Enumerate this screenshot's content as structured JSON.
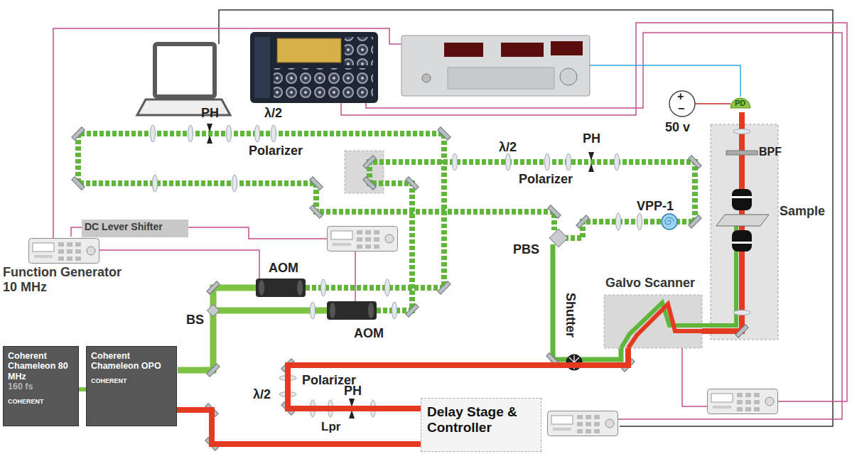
{
  "diagram": {
    "nodes": [
      {
        "text": [
          "Coherent Chameleon 80 MHz",
          "160 fs",
          "COHERENT"
        ]
      },
      {
        "text": [
          "Coherent Chameleon OPO",
          "COHERENT"
        ]
      },
      {
        "text": [
          "Delay Stage & Controller"
        ]
      },
      {
        "text": [
          "Function Generator 10 MHz"
        ]
      },
      {
        "text": [
          "DC Lever Shifter"
        ]
      },
      {
        "text": [
          "Galvo Scanner"
        ]
      },
      {
        "text": [
          "Sample"
        ]
      }
    ],
    "edges": [
      {
        "from": 0,
        "to": 1,
        "arrow": "none"
      },
      {
        "from": 1,
        "to": 2,
        "arrow": "none"
      },
      {
        "from": 2,
        "to": 5,
        "arrow": "none"
      },
      {
        "from": 5,
        "to": 6,
        "arrow": "none"
      },
      {
        "from": 3,
        "to": 4,
        "arrow": "none"
      }
    ],
    "labels": [
      "PH",
      "λ/2",
      "Polarizer",
      "λ/2",
      "PH",
      "Polarizer",
      "VPP-1",
      "PBS",
      "Shutter",
      "BS",
      "AOM",
      "AOM",
      "Polarizer",
      "λ/2",
      "PH",
      "Lpr",
      "50 v",
      "+",
      "−",
      "PD",
      "BPF"
    ]
  }
}
